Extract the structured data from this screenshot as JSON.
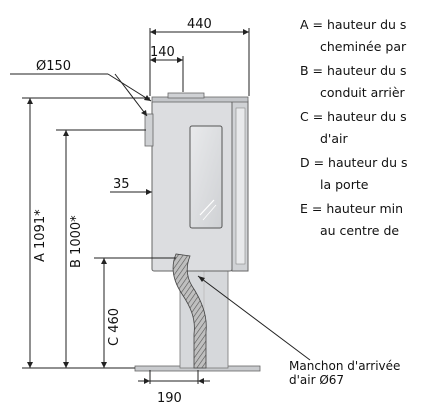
{
  "dimensions": {
    "width_total": "440",
    "flue_offset": "140",
    "flue_diameter": "Ø150",
    "offset_35": "35",
    "height_a": "A 1091*",
    "height_b": "B 1000*",
    "height_c": "C 460",
    "base_width": "190"
  },
  "legend": [
    {
      "line1": "A = hauteur du s",
      "line2": "cheminée par"
    },
    {
      "line1": "B = hauteur du s",
      "line2": "conduit arrièr"
    },
    {
      "line1": "C = hauteur du s",
      "line2": "d'air"
    },
    {
      "line1": "D = hauteur du s",
      "line2": "la porte"
    },
    {
      "line1": "E = hauteur min",
      "line2": "au centre de"
    }
  ],
  "callout": {
    "line1": "Manchon d'arrivée",
    "line2": "d'air Ø67"
  },
  "colors": {
    "stove_body": "#dcdde0",
    "stove_shadow": "#c4c6ca",
    "line": "#222222"
  }
}
